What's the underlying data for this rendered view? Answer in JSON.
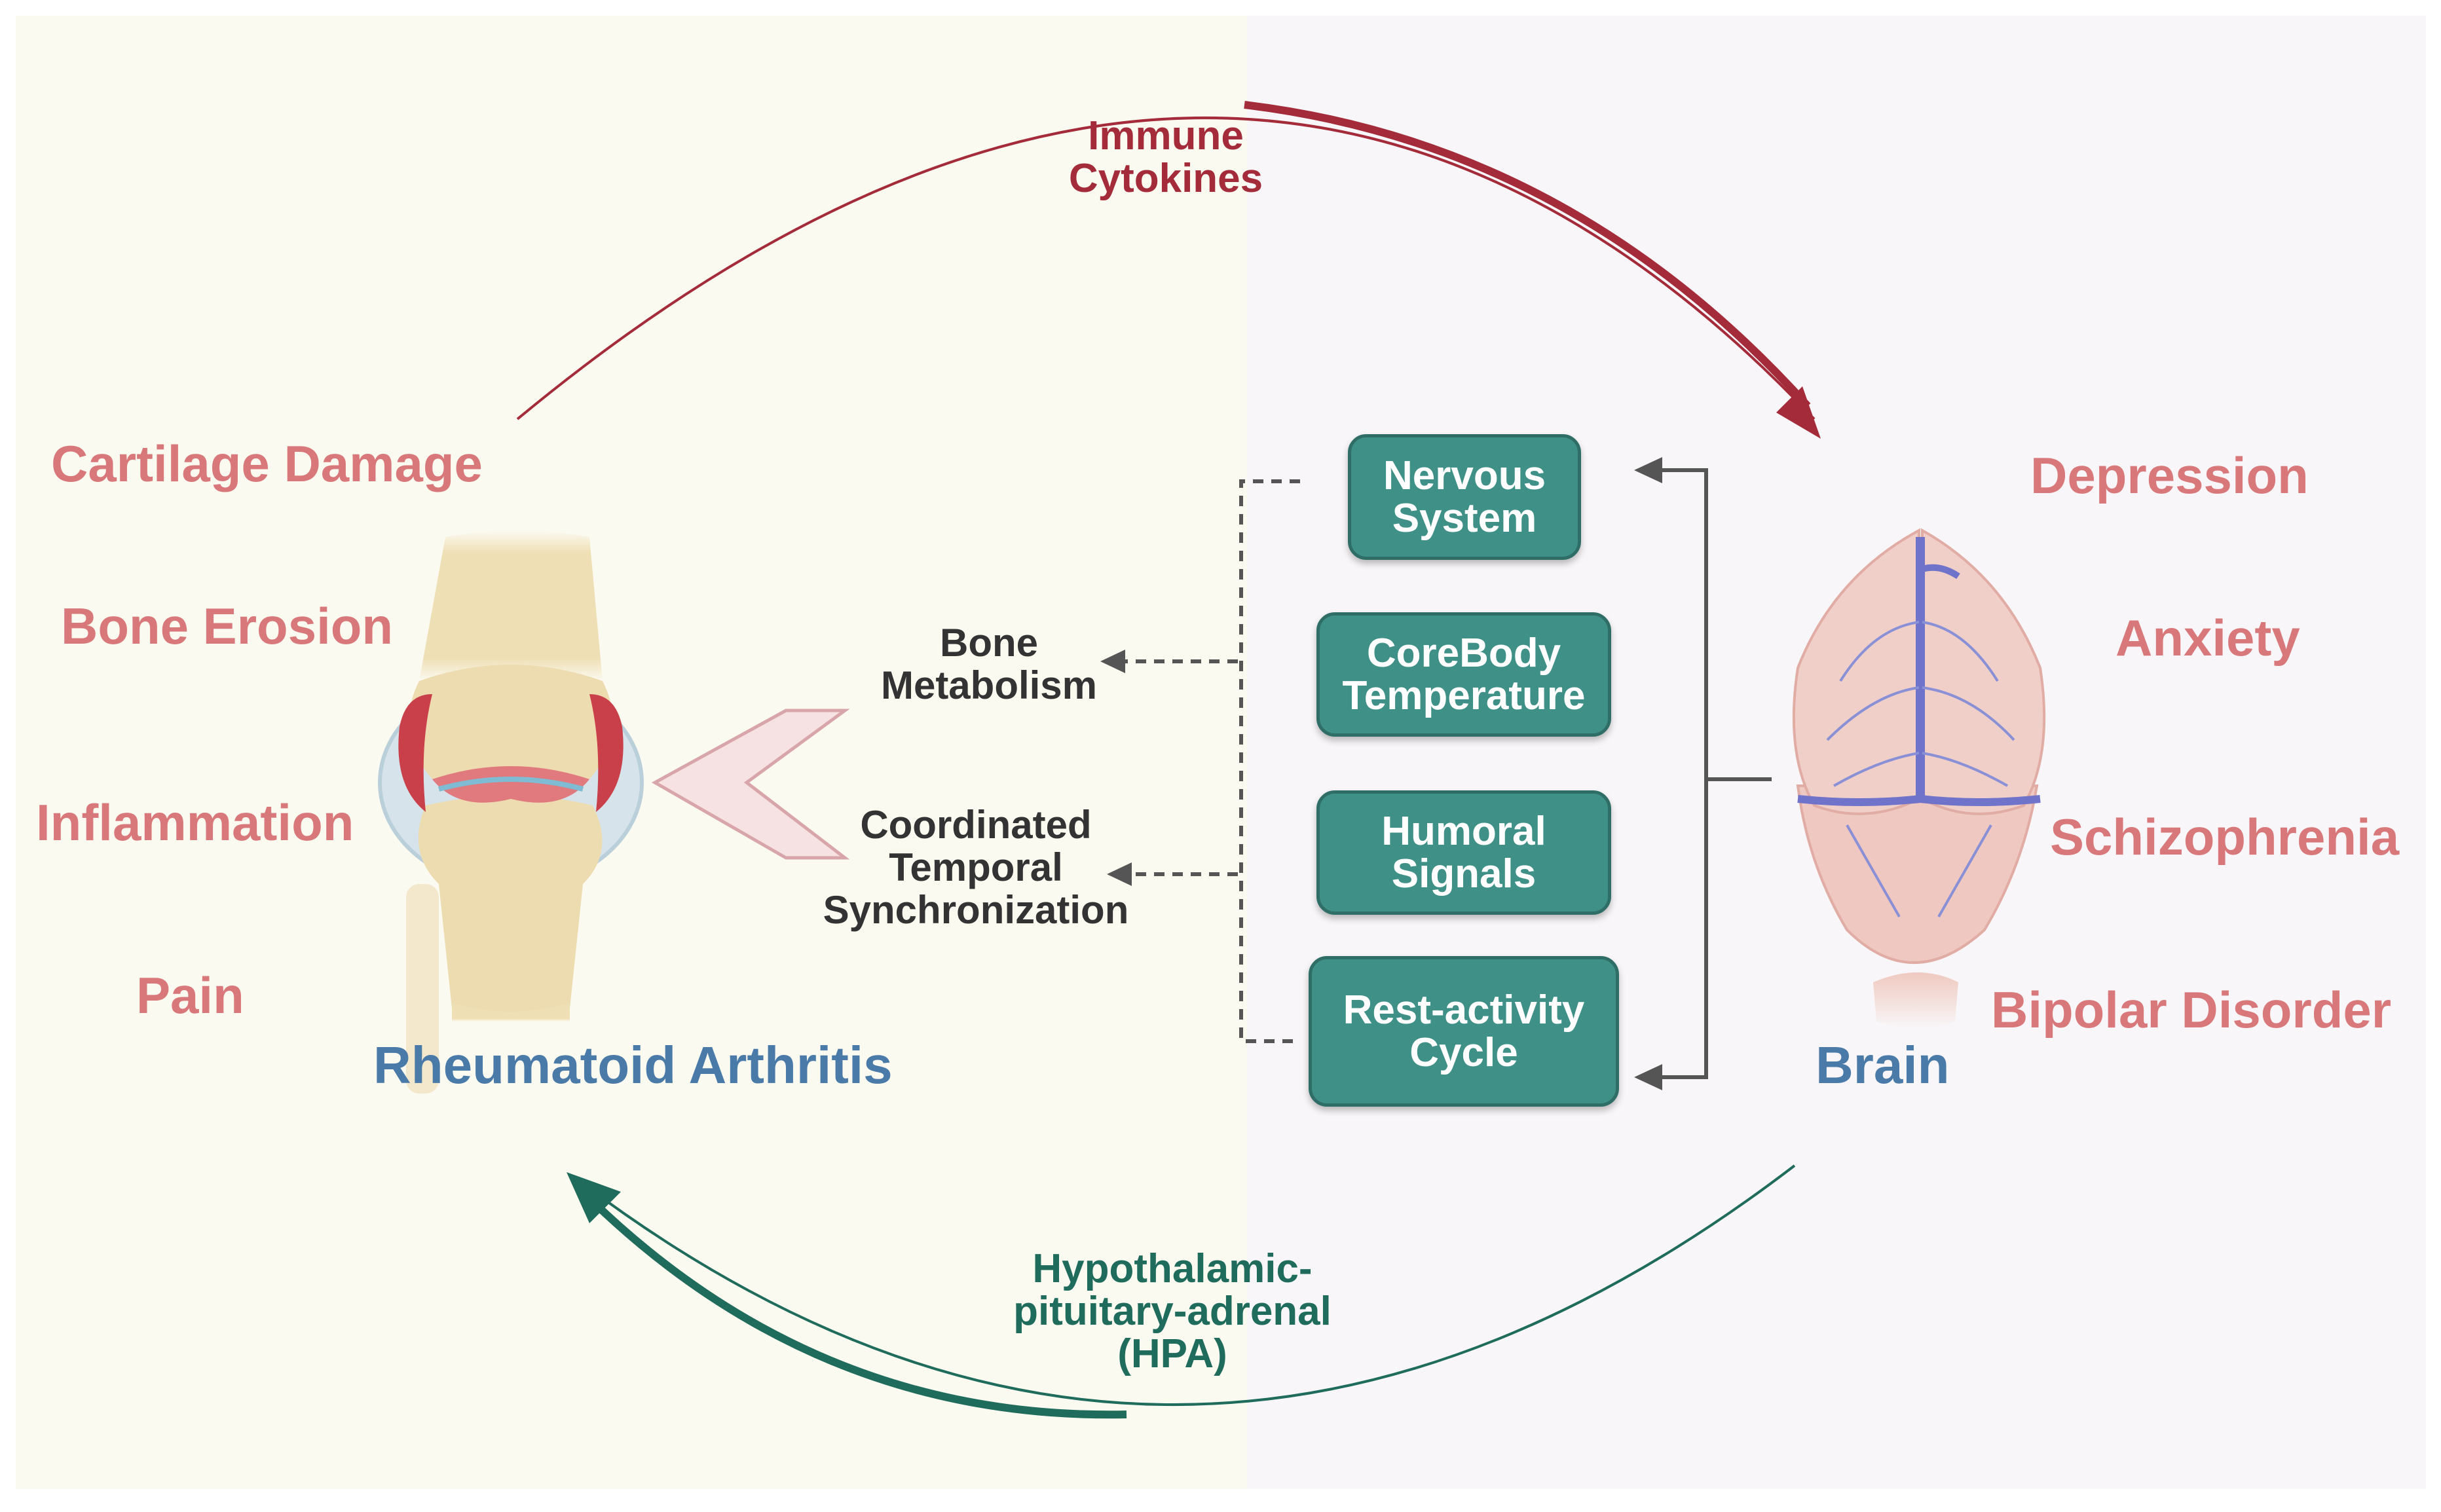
{
  "arrows": {
    "top_label": "Immune\nCytokines",
    "bottom_label": "Hypothalamic-\npituitary-adrenal\n(HPA)"
  },
  "arthritis": {
    "title": "Rheumatoid Arthritis",
    "symptoms": [
      "Cartilage Damage",
      "Bone Erosion",
      "Inflammation",
      "Pain"
    ]
  },
  "brain": {
    "title": "Brain",
    "disorders": [
      "Depression",
      "Anxiety",
      "Schizophrenia",
      "Bipolar Disorder"
    ]
  },
  "pathways": [
    "Nervous\nSystem",
    "CoreBody\nTemperature",
    "Humoral\nSignals",
    "Rest-activity\nCycle"
  ],
  "outcomes": [
    "Bone\nMetabolism",
    "Coordinated\nTemporal\nSynchronization"
  ],
  "colors": {
    "symptom": "#d9787a",
    "title": "#4a7aa8",
    "cytokine_arrow": "#a42b3a",
    "hpa_arrow": "#1f6b5c",
    "box_fill": "#3f9087"
  }
}
